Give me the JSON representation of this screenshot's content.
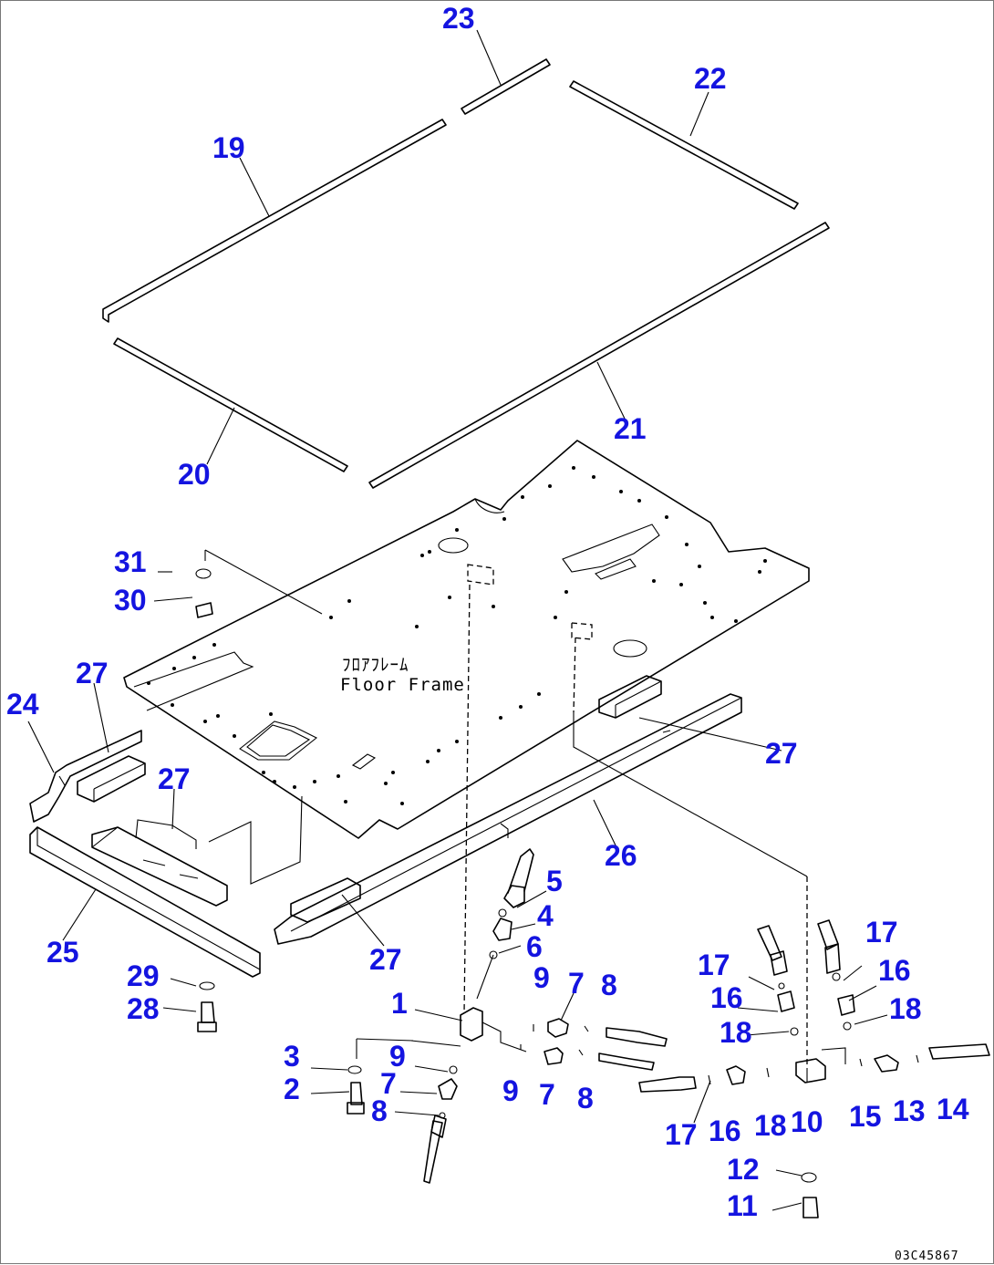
{
  "diagram": {
    "frame_label_jp": "ﾌﾛｱﾌﾚｰﾑ",
    "frame_label_en": "Floor Frame",
    "drawing_code": "03C45867",
    "callouts": [
      {
        "id": "c23a",
        "text": "23"
      },
      {
        "id": "c22",
        "text": "22"
      },
      {
        "id": "c19",
        "text": "19"
      },
      {
        "id": "c21",
        "text": "21"
      },
      {
        "id": "c20",
        "text": "20"
      },
      {
        "id": "c31",
        "text": "31"
      },
      {
        "id": "c30",
        "text": "30"
      },
      {
        "id": "c27a",
        "text": "27"
      },
      {
        "id": "c24",
        "text": "24"
      },
      {
        "id": "c27b",
        "text": "27"
      },
      {
        "id": "c27c",
        "text": "27"
      },
      {
        "id": "c26",
        "text": "26"
      },
      {
        "id": "c25",
        "text": "25"
      },
      {
        "id": "c27d",
        "text": "27"
      },
      {
        "id": "c5",
        "text": "5"
      },
      {
        "id": "c4",
        "text": "4"
      },
      {
        "id": "c6",
        "text": "6"
      },
      {
        "id": "c29",
        "text": "29"
      },
      {
        "id": "c28",
        "text": "28"
      },
      {
        "id": "c1",
        "text": "1"
      },
      {
        "id": "c9a",
        "text": "9"
      },
      {
        "id": "c7a",
        "text": "7"
      },
      {
        "id": "c8a",
        "text": "8"
      },
      {
        "id": "c3",
        "text": "3"
      },
      {
        "id": "c9b",
        "text": "9"
      },
      {
        "id": "c2",
        "text": "2"
      },
      {
        "id": "c7b",
        "text": "7"
      },
      {
        "id": "c8b",
        "text": "8"
      },
      {
        "id": "c9c",
        "text": "9"
      },
      {
        "id": "c7c",
        "text": "7"
      },
      {
        "id": "c8c",
        "text": "8"
      },
      {
        "id": "c17a",
        "text": "17"
      },
      {
        "id": "c16a",
        "text": "16"
      },
      {
        "id": "c17b",
        "text": "17"
      },
      {
        "id": "c16b",
        "text": "16"
      },
      {
        "id": "c18a",
        "text": "18"
      },
      {
        "id": "c18b",
        "text": "18"
      },
      {
        "id": "c17c",
        "text": "17"
      },
      {
        "id": "c16c",
        "text": "16"
      },
      {
        "id": "c18c",
        "text": "18"
      },
      {
        "id": "c10",
        "text": "10"
      },
      {
        "id": "c15",
        "text": "15"
      },
      {
        "id": "c13",
        "text": "13"
      },
      {
        "id": "c14",
        "text": "14"
      },
      {
        "id": "c12",
        "text": "12"
      },
      {
        "id": "c11",
        "text": "11"
      }
    ]
  }
}
